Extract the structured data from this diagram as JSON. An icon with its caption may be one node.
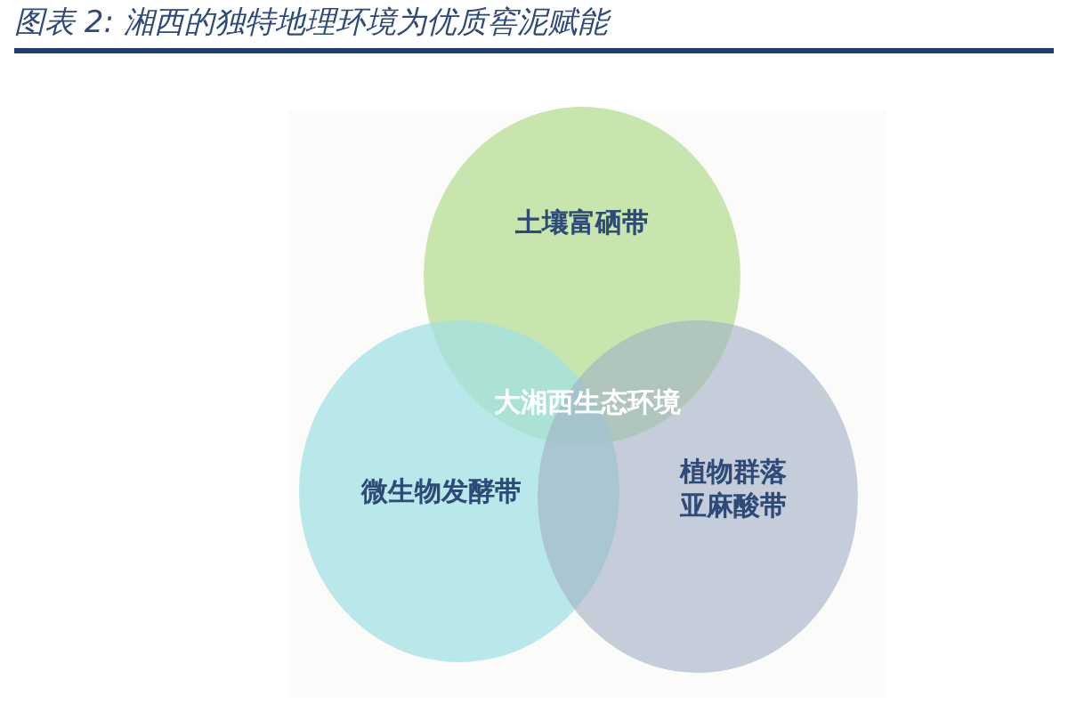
{
  "diagram": {
    "title": "图表 2: 湘西的独特地理环境为优质窖泥赋能",
    "nodes": [
      {
        "text": [
          "土壤富硒带"
        ]
      },
      {
        "text": [
          "微生物发酵带"
        ]
      },
      {
        "text": [
          "植物群落亚麻酸带"
        ]
      }
    ],
    "labels": [
      "大湘西生态环境"
    ]
  }
}
